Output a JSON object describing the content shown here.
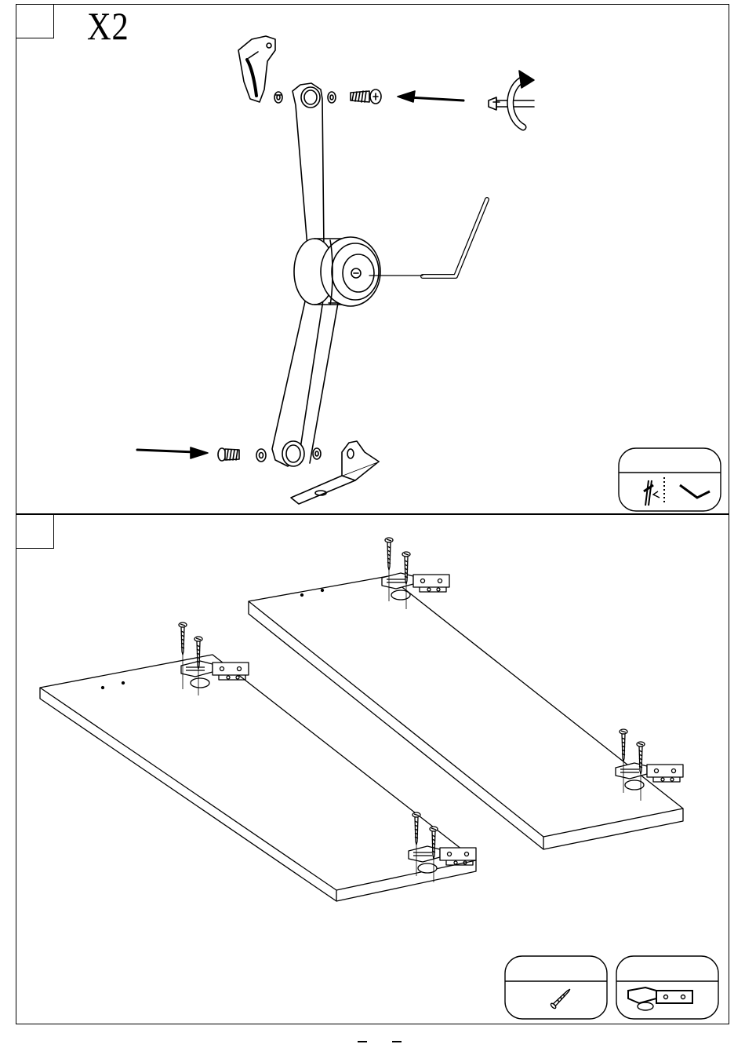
{
  "panel_1": {
    "step_number": "",
    "quantity_label": "X2",
    "parts": [
      "lid-stay-arm",
      "top-bracket",
      "bottom-bracket",
      "screw",
      "washer",
      "allen-key",
      "screwdriver"
    ],
    "icons": [
      "screwdriver-icon",
      "allen-key-icon",
      "arrow-right-icon",
      "arrow-left-icon",
      "rotate-arrow-icon"
    ]
  },
  "panel_2": {
    "step_number": "",
    "parts": [
      "door-panel-left",
      "door-panel-right",
      "hinge",
      "screw"
    ],
    "parts_legend": [
      "screw-icon",
      "hinge-icon"
    ]
  },
  "footer": {
    "page_number": ""
  }
}
